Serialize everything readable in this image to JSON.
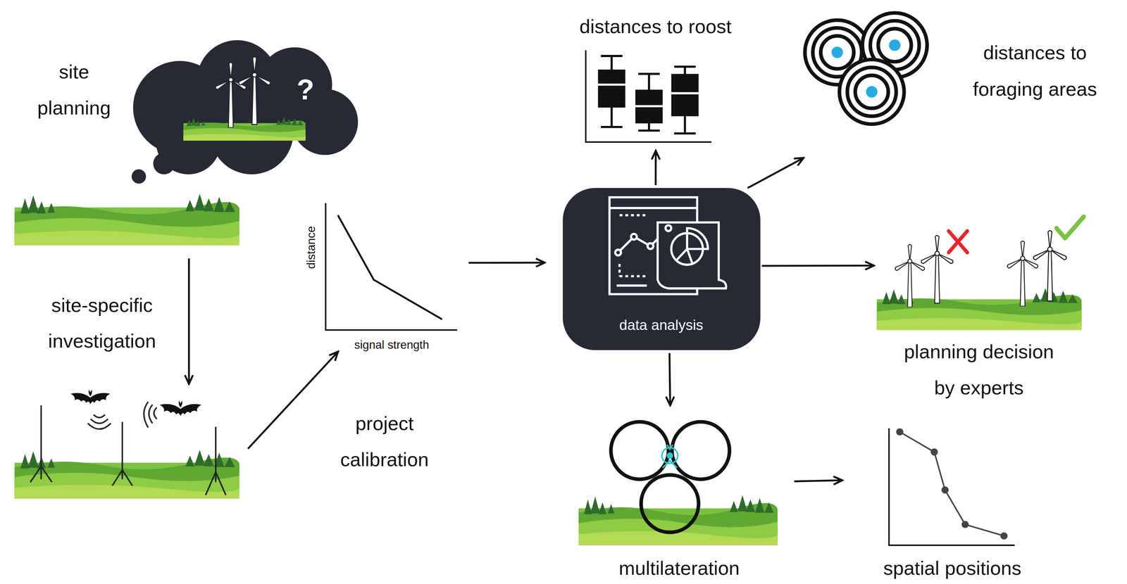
{
  "diagram": {
    "nodes": [
      {
        "text": [
          "site planning"
        ]
      },
      {
        "text": [
          "site-specific investigation"
        ]
      },
      {
        "text": [
          "project calibration"
        ]
      },
      {
        "text": [
          "data analysis"
        ]
      },
      {
        "text": [
          "distances to roost"
        ]
      },
      {
        "text": [
          "distances to foraging areas"
        ]
      },
      {
        "text": [
          "planning decision by experts"
        ]
      },
      {
        "text": [
          "multilateration"
        ]
      },
      {
        "text": [
          "spatial positions"
        ]
      }
    ],
    "edges": [
      {
        "from": 0,
        "to": 1,
        "arrow": "to"
      },
      {
        "from": 1,
        "to": 2,
        "arrow": "to"
      },
      {
        "from": 2,
        "to": 3,
        "arrow": "to"
      },
      {
        "from": 3,
        "to": 4,
        "arrow": "to"
      },
      {
        "from": 3,
        "to": 5,
        "arrow": "to"
      },
      {
        "from": 3,
        "to": 6,
        "arrow": "to"
      },
      {
        "from": 3,
        "to": 7,
        "arrow": "to"
      },
      {
        "from": 7,
        "to": 8,
        "arrow": "to"
      }
    ],
    "labels": [
      "?",
      "distance",
      "signal strength"
    ]
  }
}
